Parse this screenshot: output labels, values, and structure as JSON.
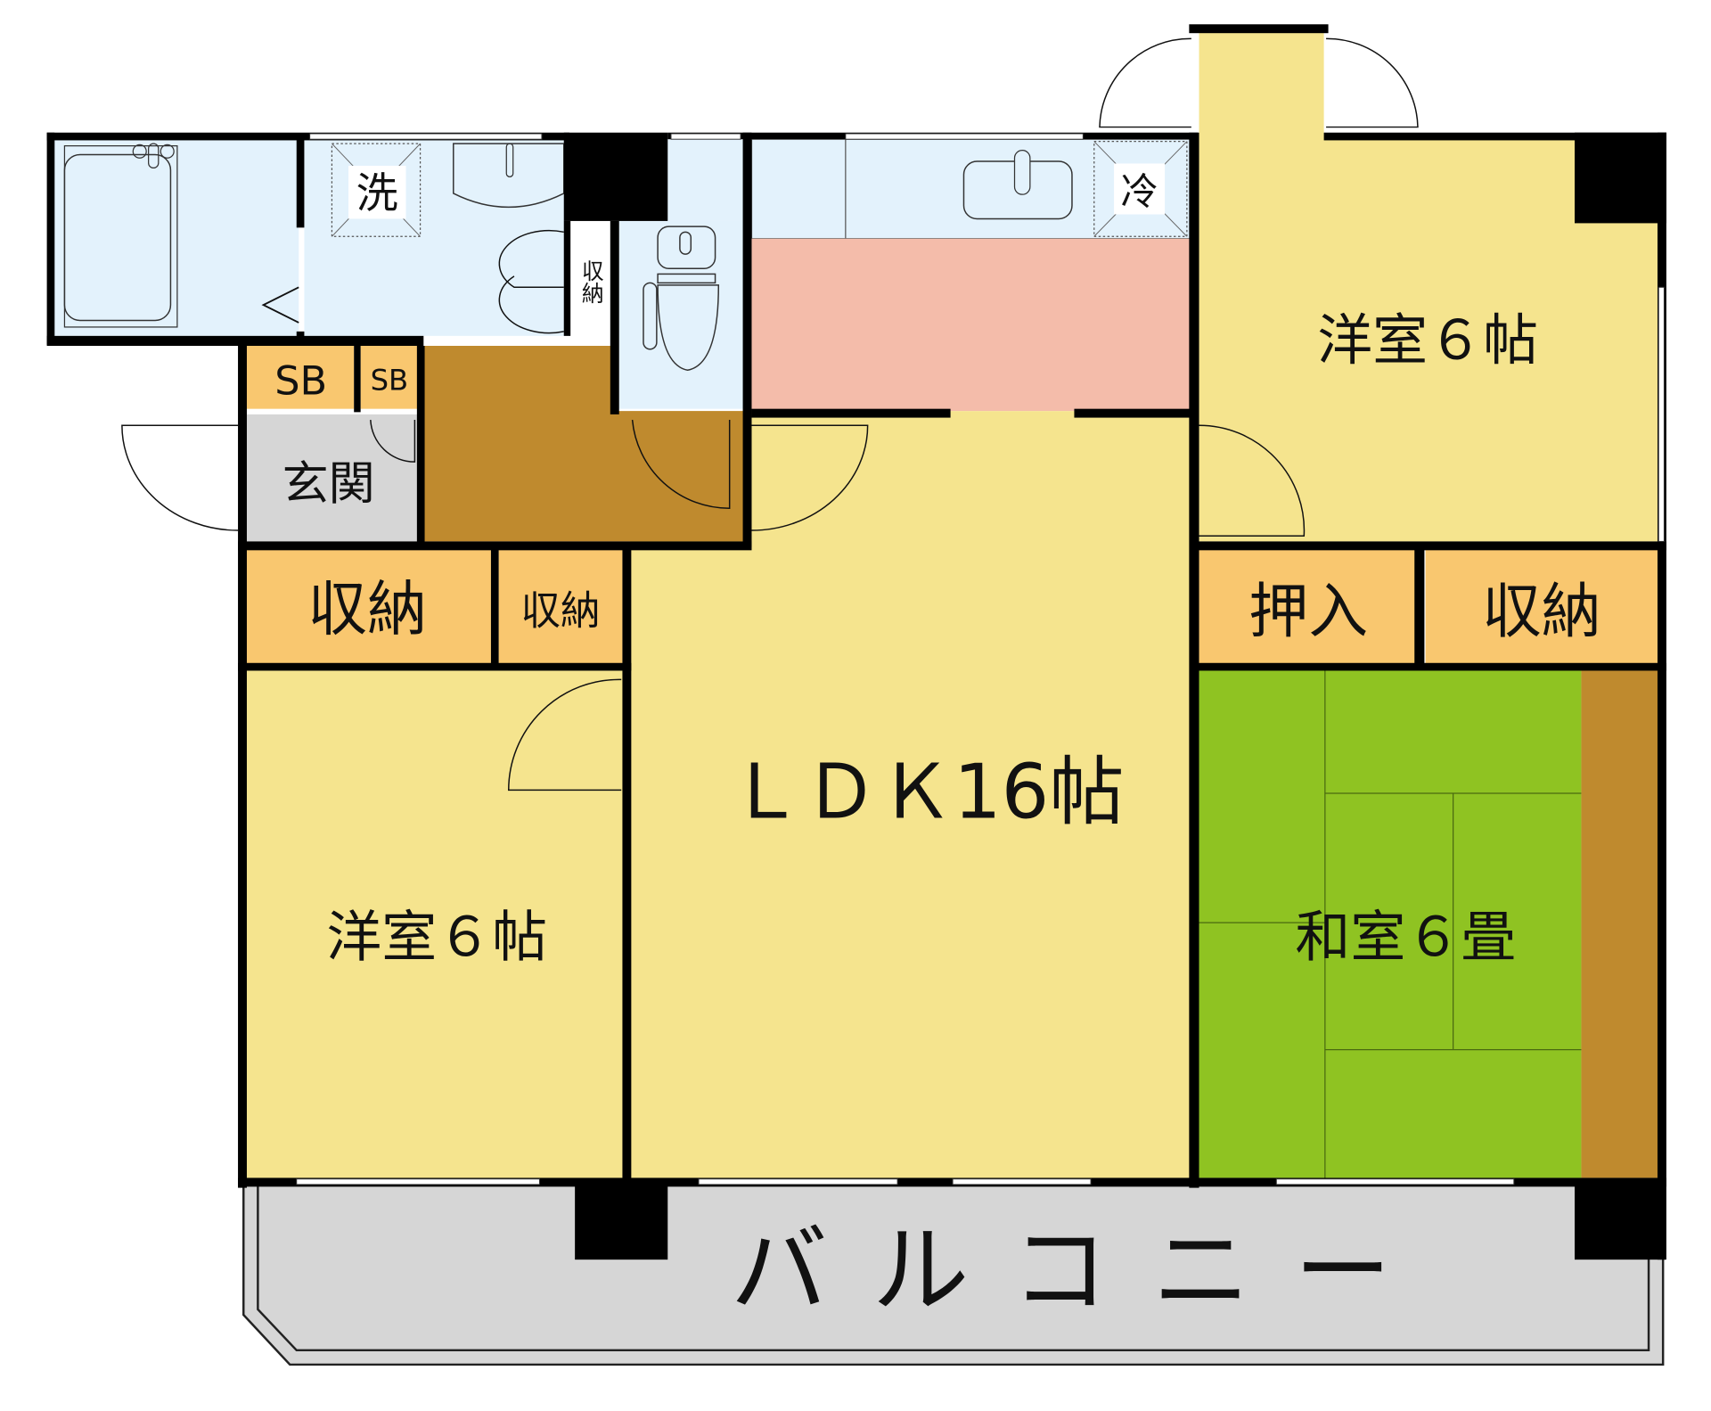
{
  "floorplan": {
    "rooms": {
      "ldk": {
        "label": "ＬＤＫ16帖"
      },
      "western_left": {
        "label": "洋室６帖"
      },
      "western_right": {
        "label": "洋室６帖"
      },
      "japanese": {
        "label": "和室６畳"
      },
      "entrance": {
        "label": "玄関"
      },
      "balcony": {
        "label": "バルコニー"
      }
    },
    "storage": {
      "left_large": {
        "label": "収納"
      },
      "left_small": {
        "label": "収納"
      },
      "washroom": {
        "label": "収納"
      },
      "closet_oshiire": {
        "label": "押入"
      },
      "right": {
        "label": "収納"
      },
      "shoebox_1": {
        "label": "SB"
      },
      "shoebox_2": {
        "label": "SB"
      }
    },
    "fixtures": {
      "washer": {
        "label": "洗"
      },
      "fridge": {
        "label": "冷"
      }
    },
    "colors": {
      "wall": "#000000",
      "wet_area": "#e3f2fc",
      "western_floor": "#f5e48e",
      "kitchen": "#f4bcaa",
      "storage": "#f9c76f",
      "hall": "#bf8a2e",
      "entrance": "#d6d6d6",
      "tatami": "#8fc322",
      "tokonoma": "#bf8a2e",
      "balcony": "#d6d6d6"
    }
  }
}
